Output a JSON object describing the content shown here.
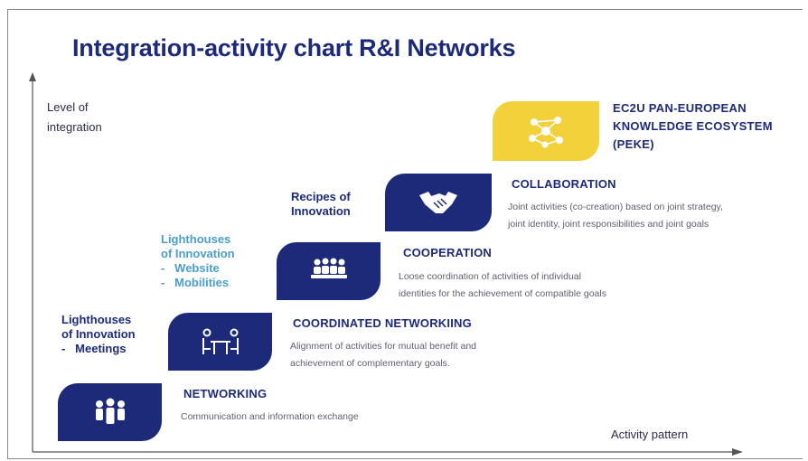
{
  "title": "Integration-activity chart R&I Networks",
  "axes": {
    "y_label_line1": "Level of",
    "y_label_line2": "integration",
    "x_label": "Activity pattern"
  },
  "stages": [
    {
      "title": "NETWORKING",
      "desc": [
        "Communication and information exchange"
      ],
      "icon": "people-group-icon"
    },
    {
      "title": "COORDINATED NETWORKIING",
      "desc": [
        "Alignment of activities for mutual benefit and",
        "achievement of complementary goals."
      ],
      "icon": "meeting-table-icon"
    },
    {
      "title": "COOPERATION",
      "desc": [
        "Loose coordination of activities of individual",
        "identities for the achievement of compatible goals"
      ],
      "icon": "conference-icon"
    },
    {
      "title": "COLLABORATION",
      "desc": [
        "Joint activities (co-creation) based on joint strategy,",
        "joint identity, joint responsibilities and joint goals"
      ],
      "icon": "handshake-icon"
    },
    {
      "title_lines": [
        "EC2U PAN-EUROPEAN",
        "KNOWLEDGE ECOSYSTEM",
        "(PEKE)"
      ],
      "icon": "network-icon"
    }
  ],
  "side_labels": {
    "meetings": {
      "line1": "Lighthouses",
      "line2": "of Innovation",
      "line3": "-   Meetings"
    },
    "web": {
      "line1": "Lighthouses",
      "line2": "of Innovation",
      "line3": "-   Website",
      "line4": "-   Mobilities"
    },
    "recipes": {
      "line1": "Recipes of",
      "line2": "Innovation"
    }
  },
  "colors": {
    "navy": "#1d2a7a",
    "yellow": "#f2d13a",
    "teal": "#4a9ec9"
  }
}
